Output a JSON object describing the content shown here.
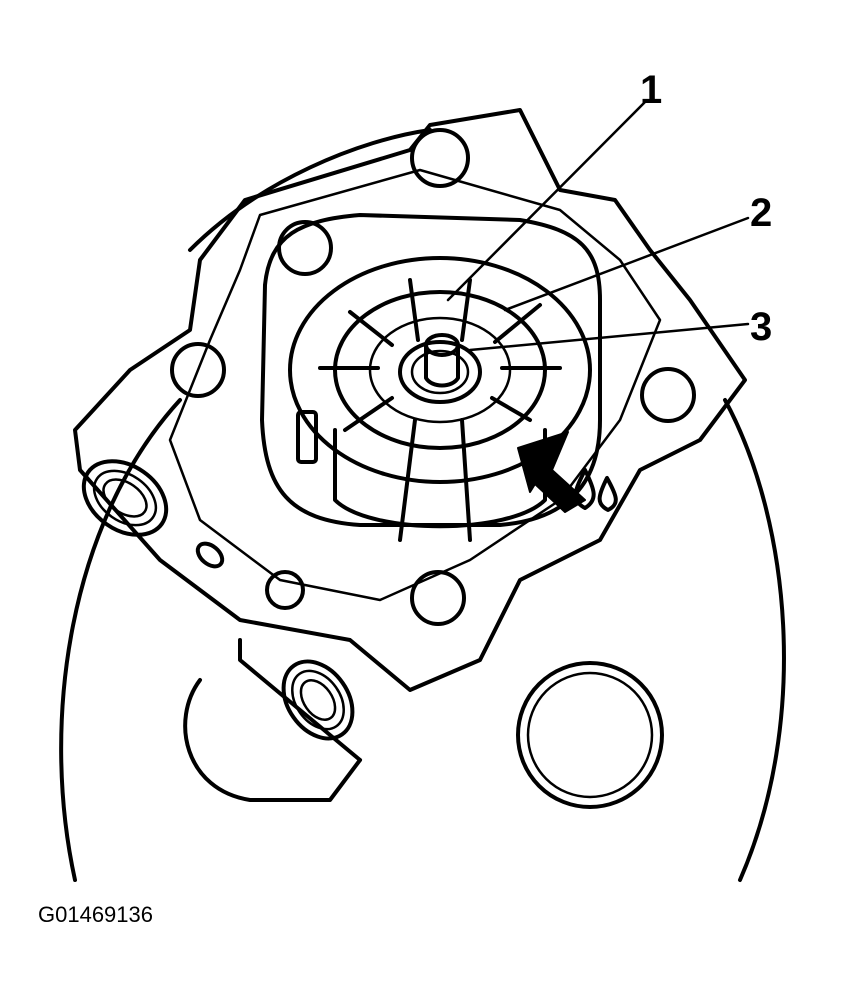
{
  "figure": {
    "callouts": [
      {
        "number": "1"
      },
      {
        "number": "2"
      },
      {
        "number": "3"
      }
    ],
    "figure_id": "G01469136"
  },
  "colors": {
    "ink": "#000000",
    "paper": "#ffffff"
  }
}
